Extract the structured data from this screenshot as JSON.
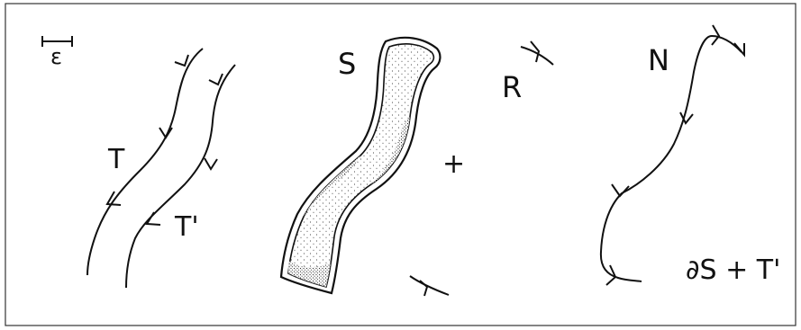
{
  "labels": {
    "epsilon": "ε",
    "T": "T",
    "T_prime": "T'",
    "S": "S",
    "plus": "+",
    "R": "R",
    "N": "N",
    "boundary_sum": "∂S + T'"
  },
  "colors": {
    "ink": "#111111",
    "frame": "#333333",
    "background": "#ffffff"
  }
}
